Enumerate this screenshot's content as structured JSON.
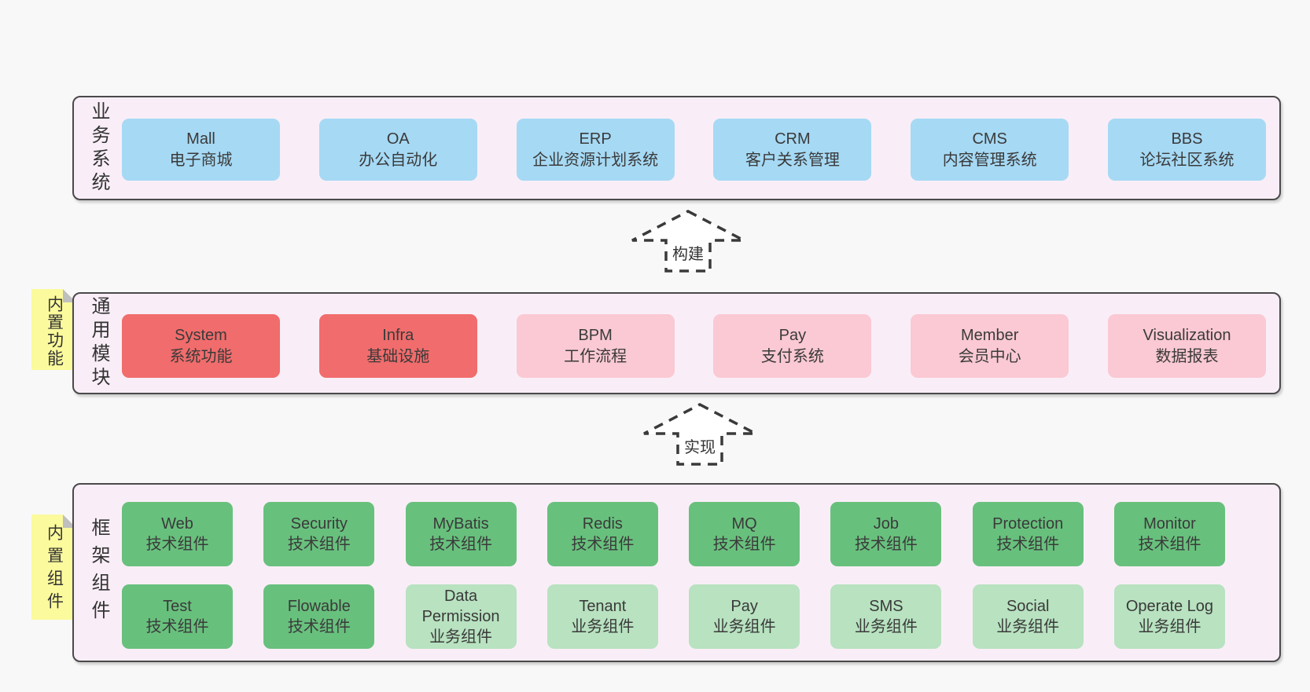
{
  "diagram": {
    "arrows": {
      "build": "构建",
      "implement": "实现"
    },
    "colors": {
      "page_bg": "#f8f8f8",
      "band_bg": "#f9eef7",
      "band_border": "#4a4a4a",
      "blue_box": "#a6d9f4",
      "red_box": "#f16c6c",
      "pink_box": "#fac9d3",
      "green_box": "#68c07d",
      "green_light_box": "#b8e2c0",
      "sticky_yellow": "#fbfa9d",
      "text": "#3a3a3a"
    },
    "bands": {
      "business": {
        "label": "业务系统",
        "items": [
          {
            "name": "Mall",
            "desc": "电子商城",
            "variant": "blue"
          },
          {
            "name": "OA",
            "desc": "办公自动化",
            "variant": "blue"
          },
          {
            "name": "ERP",
            "desc": "企业资源计划系统",
            "variant": "blue"
          },
          {
            "name": "CRM",
            "desc": "客户关系管理",
            "variant": "blue"
          },
          {
            "name": "CMS",
            "desc": "内容管理系统",
            "variant": "blue"
          },
          {
            "name": "BBS",
            "desc": "论坛社区系统",
            "variant": "blue"
          }
        ]
      },
      "modules": {
        "label": "通用模块",
        "sticky": "内置功能",
        "items": [
          {
            "name": "System",
            "desc": "系统功能",
            "variant": "red"
          },
          {
            "name": "Infra",
            "desc": "基础设施",
            "variant": "red"
          },
          {
            "name": "BPM",
            "desc": "工作流程",
            "variant": "pink"
          },
          {
            "name": "Pay",
            "desc": "支付系统",
            "variant": "pink"
          },
          {
            "name": "Member",
            "desc": "会员中心",
            "variant": "pink"
          },
          {
            "name": "Visualization",
            "desc": "数据报表",
            "variant": "pink"
          }
        ]
      },
      "components": {
        "label": "框架组件",
        "sticky": "内置组件",
        "row1": [
          {
            "name": "Web",
            "desc": "技术组件",
            "variant": "green"
          },
          {
            "name": "Security",
            "desc": "技术组件",
            "variant": "green"
          },
          {
            "name": "MyBatis",
            "desc": "技术组件",
            "variant": "green"
          },
          {
            "name": "Redis",
            "desc": "技术组件",
            "variant": "green"
          },
          {
            "name": "MQ",
            "desc": "技术组件",
            "variant": "green"
          },
          {
            "name": "Job",
            "desc": "技术组件",
            "variant": "green"
          },
          {
            "name": "Protection",
            "desc": "技术组件",
            "variant": "green"
          },
          {
            "name": "Monitor",
            "desc": "技术组件",
            "variant": "green"
          }
        ],
        "row2": [
          {
            "name": "Test",
            "desc": "技术组件",
            "variant": "green"
          },
          {
            "name": "Flowable",
            "desc": "技术组件",
            "variant": "green"
          },
          {
            "name": "Data Permission",
            "desc": "业务组件",
            "variant": "green-light"
          },
          {
            "name": "Tenant",
            "desc": "业务组件",
            "variant": "green-light"
          },
          {
            "name": "Pay",
            "desc": "业务组件",
            "variant": "green-light"
          },
          {
            "name": "SMS",
            "desc": "业务组件",
            "variant": "green-light"
          },
          {
            "name": "Social",
            "desc": "业务组件",
            "variant": "green-light"
          },
          {
            "name": "Operate Log",
            "desc": "业务组件",
            "variant": "green-light"
          }
        ]
      }
    }
  }
}
